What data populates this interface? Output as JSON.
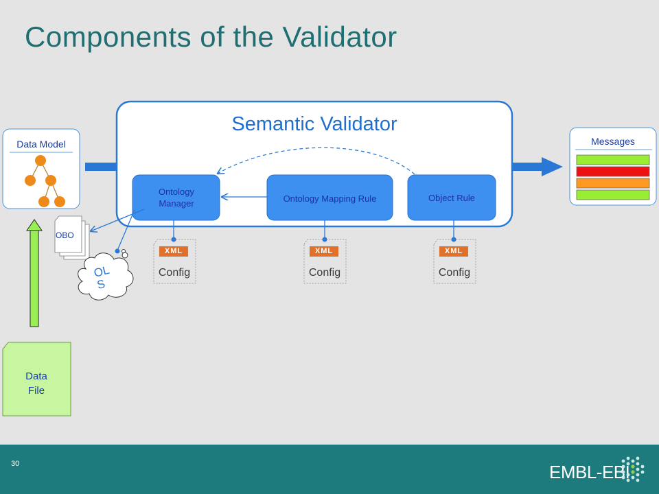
{
  "slide": {
    "title": "Components of the Validator",
    "number": "30"
  },
  "validator": {
    "title": "Semantic Validator",
    "components": [
      {
        "label": "Ontology Manager"
      },
      {
        "label": "Ontology Mapping Rule"
      },
      {
        "label": "Object Rule"
      }
    ]
  },
  "data_model": {
    "label": "Data Model"
  },
  "messages": {
    "label": "Messages",
    "bars": [
      "#99ee33",
      "#ee1111",
      "#ff9922",
      "#99ee33"
    ]
  },
  "obo": {
    "label": "OBO"
  },
  "ols": {
    "label": "OLS"
  },
  "data_file": {
    "label": "Data File"
  },
  "config": {
    "xml_tag": "XML",
    "label": "Config"
  },
  "brand": {
    "text": "EMBL-EBI",
    "color": "#1d7a7d"
  },
  "colors": {
    "component_fill": "#3d8ff0",
    "tree_node": "#ee8a1a",
    "data_file_fill": "#c8f5a0",
    "arrow_green": "#99ee55"
  }
}
